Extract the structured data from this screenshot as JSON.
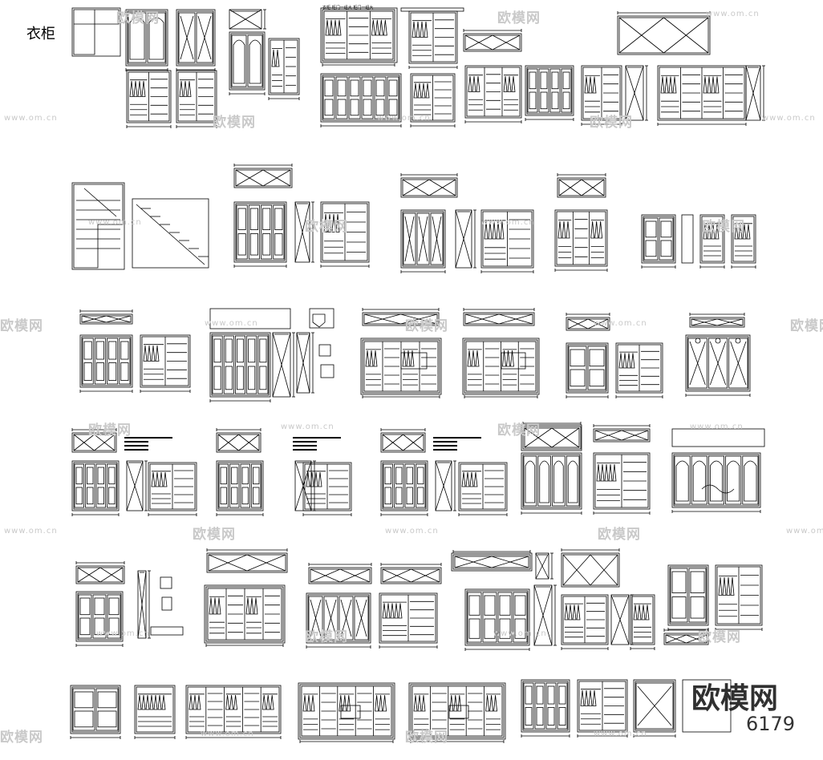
{
  "sheet": {
    "title": "衣柜",
    "watermark_brand": "欧模网",
    "watermark_url": "www.om.cn",
    "corner_logo": "欧模网",
    "corner_code": "6179"
  },
  "annotations": {
    "top_note": "衣柜-柜门一组大    柜门一组大"
  },
  "colors": {
    "line": "#000000",
    "background": "#ffffff",
    "watermark": "#c9c9c9"
  }
}
